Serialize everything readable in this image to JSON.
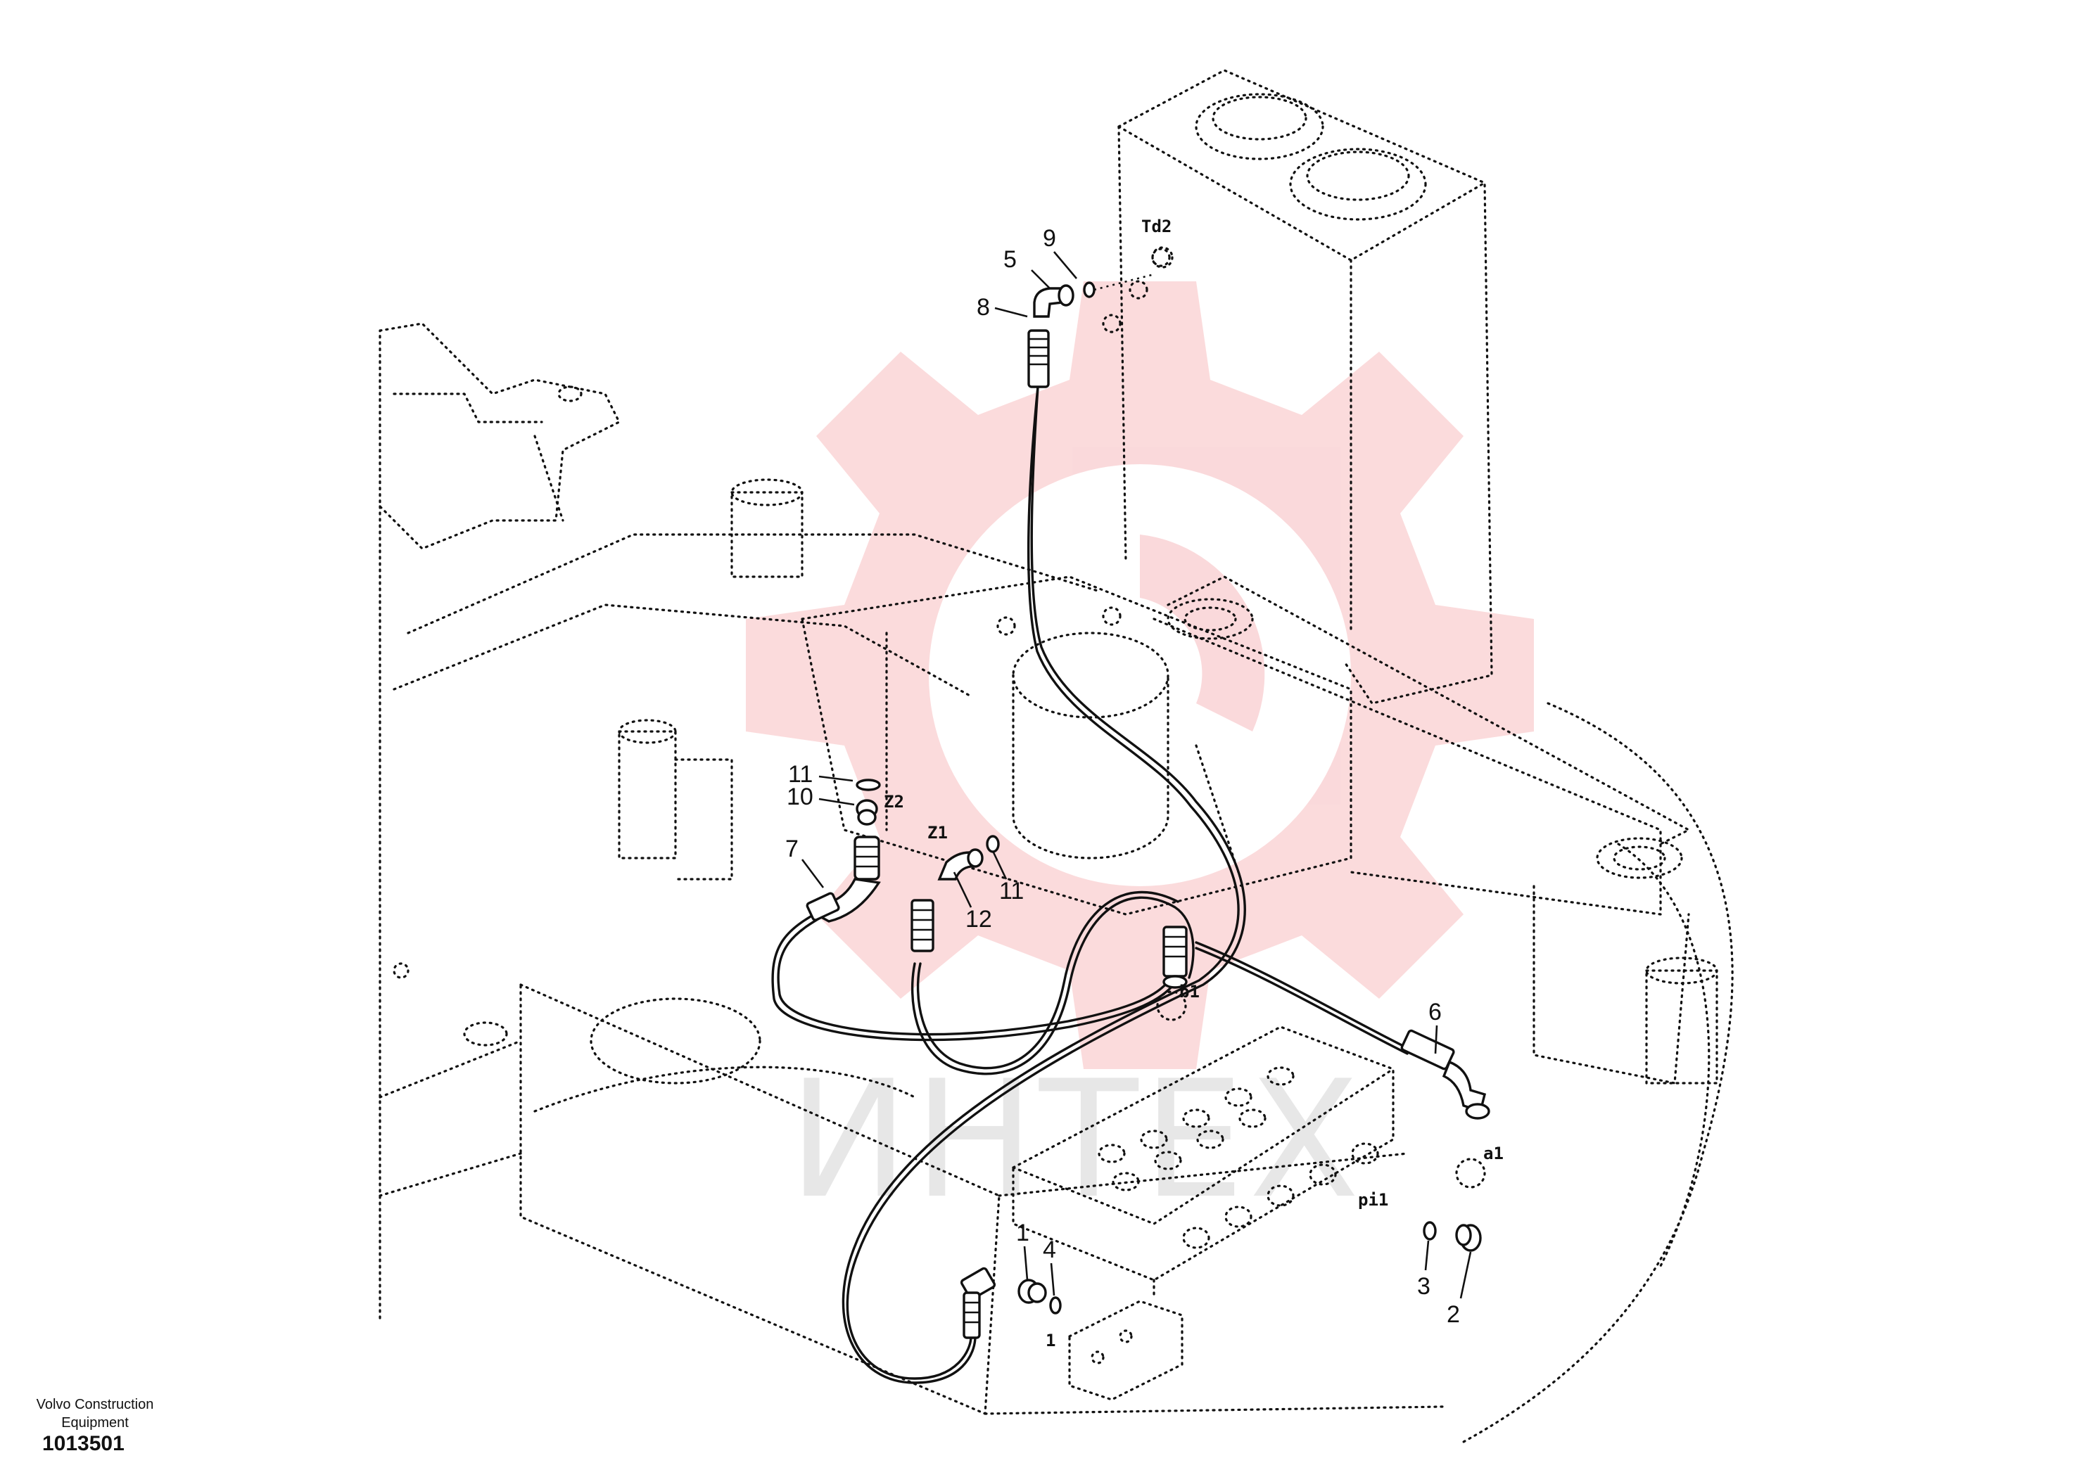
{
  "watermark": {
    "text": "ИНТЕХ",
    "logo": "gear-logo",
    "color": "#e8353c"
  },
  "callouts": {
    "c1": "1",
    "c2": "2",
    "c3": "3",
    "c4": "4",
    "c5": "5",
    "c6": "6",
    "c7": "7",
    "c8": "8",
    "c9": "9",
    "c10": "10",
    "c11a": "11",
    "c11b": "11",
    "c12": "12"
  },
  "ports": {
    "td2": "Td2",
    "z2": "Z2",
    "z1": "Z1",
    "b1": "b1",
    "a1": "a1",
    "pi1": "pi1",
    "one": "1"
  },
  "footer": {
    "brand": "Volvo Construction Equipment",
    "number": "1013501"
  }
}
